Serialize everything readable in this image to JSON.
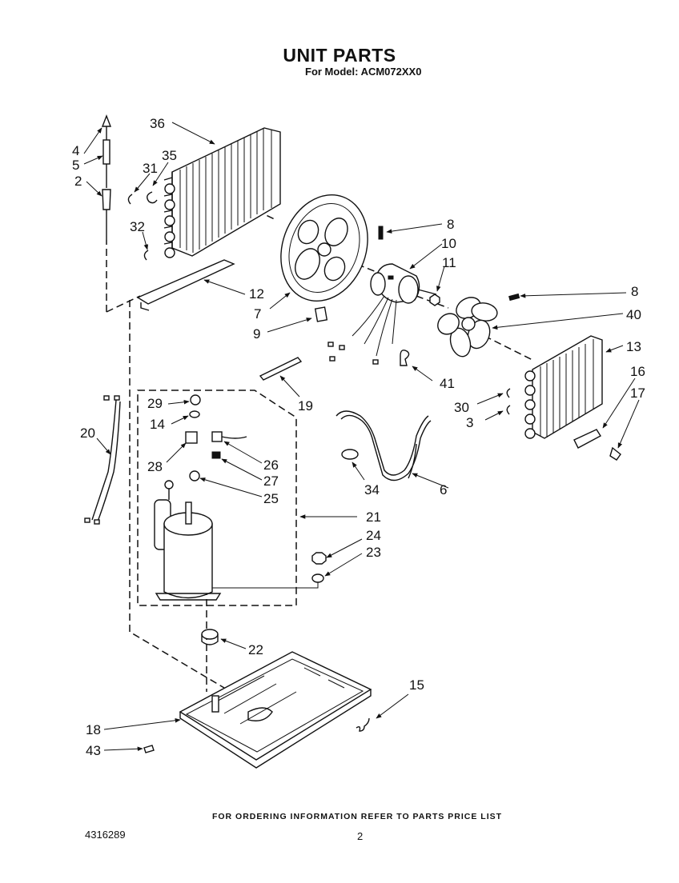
{
  "header": {
    "title": "UNIT PARTS",
    "subtitle": "For Model: ACM072XX0"
  },
  "footer": {
    "note": "FOR ORDERING INFORMATION REFER TO PARTS PRICE LIST",
    "doc_number": "4316289",
    "page_number": "2"
  },
  "callouts": {
    "c2": "2",
    "c3": "3",
    "c4": "4",
    "c5": "5",
    "c6": "6",
    "c7": "7",
    "c8a": "8",
    "c8b": "8",
    "c9": "9",
    "c10": "10",
    "c11": "11",
    "c12": "12",
    "c13": "13",
    "c14": "14",
    "c15": "15",
    "c16": "16",
    "c17": "17",
    "c18": "18",
    "c19": "19",
    "c20": "20",
    "c21": "21",
    "c22": "22",
    "c23": "23",
    "c24": "24",
    "c25": "25",
    "c26": "26",
    "c27": "27",
    "c28": "28",
    "c29": "29",
    "c30": "30",
    "c31": "31",
    "c32": "32",
    "c34": "34",
    "c35": "35",
    "c36": "36",
    "c40": "40",
    "c41": "41",
    "c43": "43"
  }
}
